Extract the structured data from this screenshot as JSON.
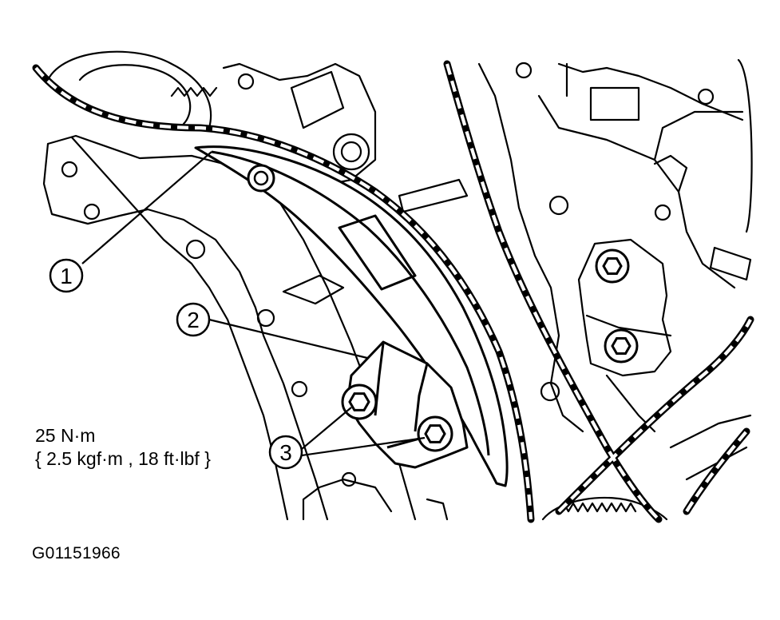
{
  "callouts": [
    {
      "number": "1"
    },
    {
      "number": "2"
    },
    {
      "number": "3"
    }
  ],
  "torque": {
    "line1": "25 N·m",
    "line2": "{ 2.5 kgf·m , 18 ft·lbf }"
  },
  "figure_id": "G01151966",
  "colors": {
    "ink": "#000000",
    "paper": "#ffffff"
  }
}
